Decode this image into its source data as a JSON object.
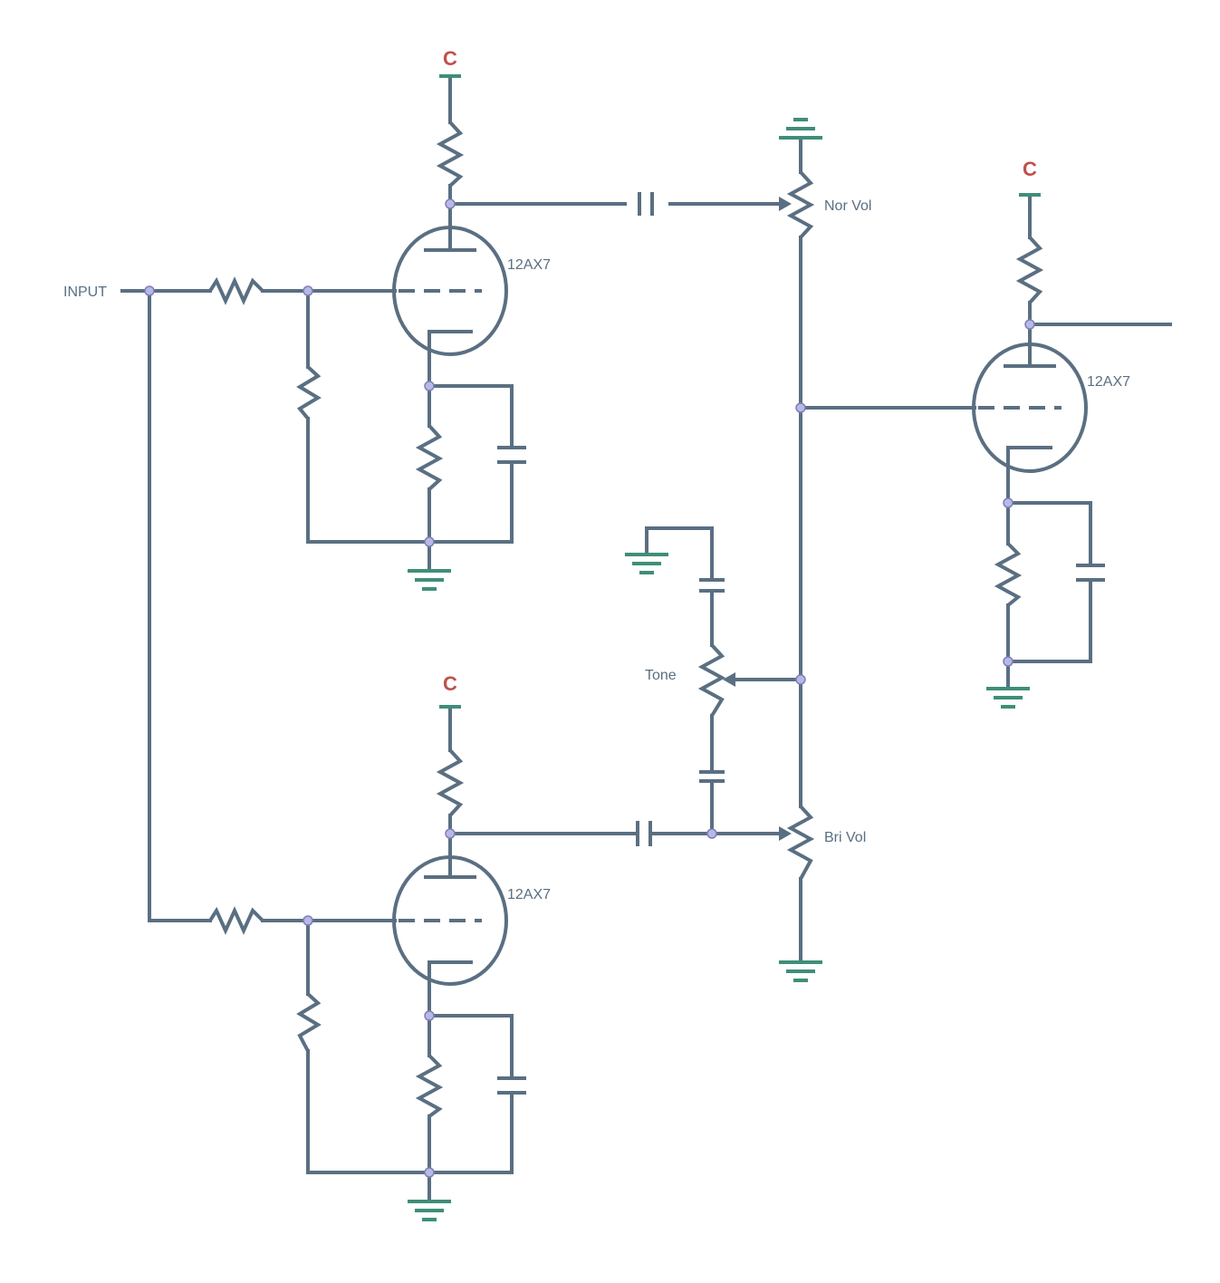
{
  "labels": {
    "input": "INPUT",
    "tube_top": "12AX7",
    "tube_bottom": "12AX7",
    "tube_right": "12AX7",
    "nor_vol": "Nor Vol",
    "bri_vol": "Bri Vol",
    "tone": "Tone",
    "supply_top": "C",
    "supply_bottom": "C",
    "supply_right": "C"
  },
  "colors": {
    "wire": "#5a6f82",
    "ground": "#3f8e7a",
    "supply": "#c0504d",
    "node": "#b7b8e6"
  }
}
